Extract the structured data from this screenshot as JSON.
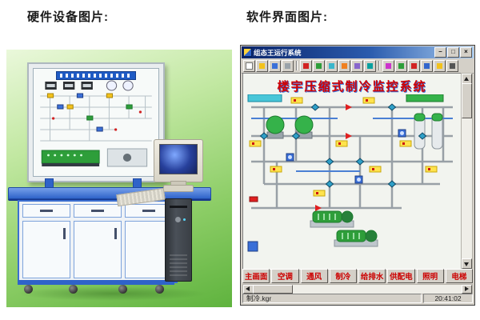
{
  "captions": {
    "hardware": "硬件设备图片:",
    "software": "软件界面图片:"
  },
  "hardware": {
    "parts": [
      "schematic-panel",
      "panel-title-strip",
      "control-desk",
      "drawers",
      "cabinet-doors",
      "casters",
      "crt-monitor",
      "keyboard",
      "pc-tower"
    ]
  },
  "software": {
    "window": {
      "title": "组态王运行系统",
      "controls": [
        "–",
        "□",
        "×"
      ]
    },
    "toolbar_icons": [
      "new",
      "open",
      "save",
      "print",
      "preview",
      "cut",
      "copy",
      "paste",
      "undo",
      "redo",
      "zoom-in",
      "zoom-out",
      "run",
      "stop",
      "alarm",
      "help"
    ],
    "screen_title": "楼宇压缩式制冷监控系统",
    "nav": [
      "主画面",
      "空调",
      "通风",
      "制冷",
      "给排水",
      "供配电",
      "照明",
      "电梯"
    ],
    "status": {
      "file": "制冷.kgr",
      "time": "20:41:02"
    }
  },
  "colors": {
    "accent_blue": "#2f63c9",
    "chrome_gray": "#d4d0c8",
    "title_red": "#d40000",
    "equipment_green": "#2e9e3a",
    "label_yellow": "#ffe34d"
  }
}
